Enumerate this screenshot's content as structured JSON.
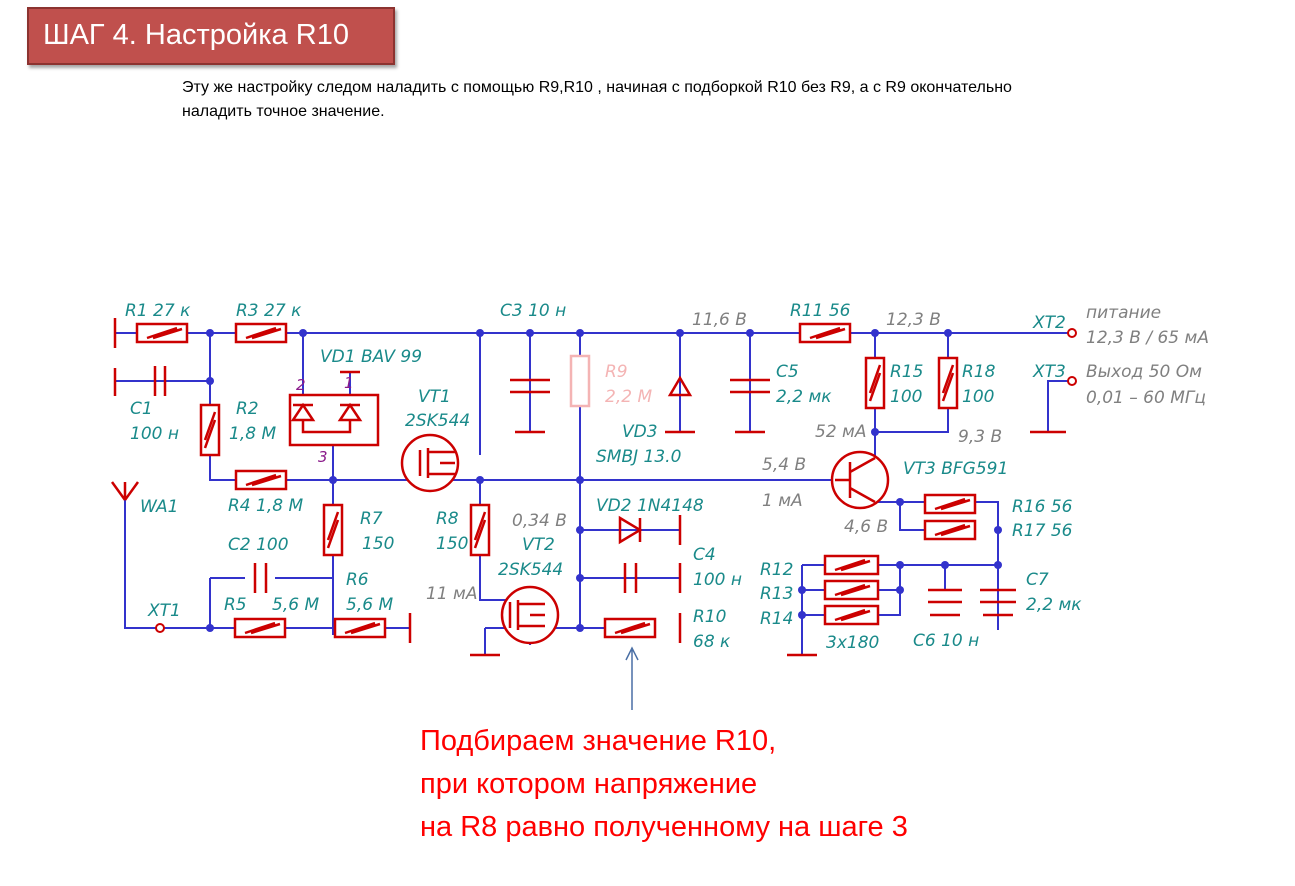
{
  "title": "ШАГ 4. Настройка R10",
  "intro": "Эту же настройку следом наладить с помощью R9,R10 , начиная с подборкой R10 без R9, а с R9 окончательно наладить точное значение.",
  "note": {
    "line1": "Подбираем значение R10,",
    "line2": "при котором напряжение",
    "line3": "на R8 равно полученному на шаге 3"
  },
  "colors": {
    "title_bg": "#c0504d",
    "wire": "#3333cc",
    "component": "#cc0000",
    "label": "#1a8a8a",
    "voltage": "#808080",
    "note": "#ff0000",
    "arrow": "#4a6fa5"
  },
  "schematic": {
    "labels": {
      "r1": "R1  27 к",
      "r3": "R3  27 к",
      "c3": "C3  10 н",
      "v116": "11,6 В",
      "r11": "R11   56",
      "v123": "12,3 В",
      "xt2": "XT2",
      "pit1": "питание",
      "pit2": "12,3 В / 65 мА",
      "vd1": "VD1  BAV 99",
      "pin2": "2",
      "pin1": "1",
      "pin3": "3",
      "c1a": "C1",
      "c1b": "100 н",
      "r2a": "R2",
      "r2b": "1,8 М",
      "vt1a": "VT1",
      "vt1b": "2SK544",
      "r9a": "R9",
      "r9b": "2,2 М",
      "vd3a": "VD3",
      "vd3b": "SMBJ 13.0",
      "c5a": "C5",
      "c5b": "2,2 мк",
      "r15a": "R15",
      "r15b": "100",
      "r18a": "R18",
      "r18b": "100",
      "ma52": "52 мА",
      "v93": "9,3 В",
      "xt3": "XT3",
      "out1": "Выход 50 Ом",
      "out2": "0,01 – 60 МГц",
      "v54": "5,4 В",
      "ma1": "1 мА",
      "vt3": "VT3  BFG591",
      "r4": "R4  1,8 М",
      "wa1": "WA1",
      "r7a": "R7",
      "r7b": "150",
      "r8a": "R8",
      "r8b": "150",
      "v034": "0,34 В",
      "vt2a": "VT2",
      "vt2b": "2SK544",
      "vd2": "VD2  1N4148",
      "v46": "4,6 В",
      "r16": "R16  56",
      "r17": "R17  56",
      "c2": "C2  100",
      "r6": "R6",
      "c4a": "C4",
      "c4b": "100 н",
      "ma11": "11 мА",
      "r12": "R12",
      "r13": "R13",
      "r14": "R14",
      "c7a": "C7",
      "c7b": "2,2 мк",
      "xt1": "XT1",
      "r5": "R5",
      "m56a": "5,6 М",
      "m56b": "5,6 М",
      "r10a": "R10",
      "r10b": "68 к",
      "x180": "3х180",
      "c6": "C6   10 н"
    }
  }
}
